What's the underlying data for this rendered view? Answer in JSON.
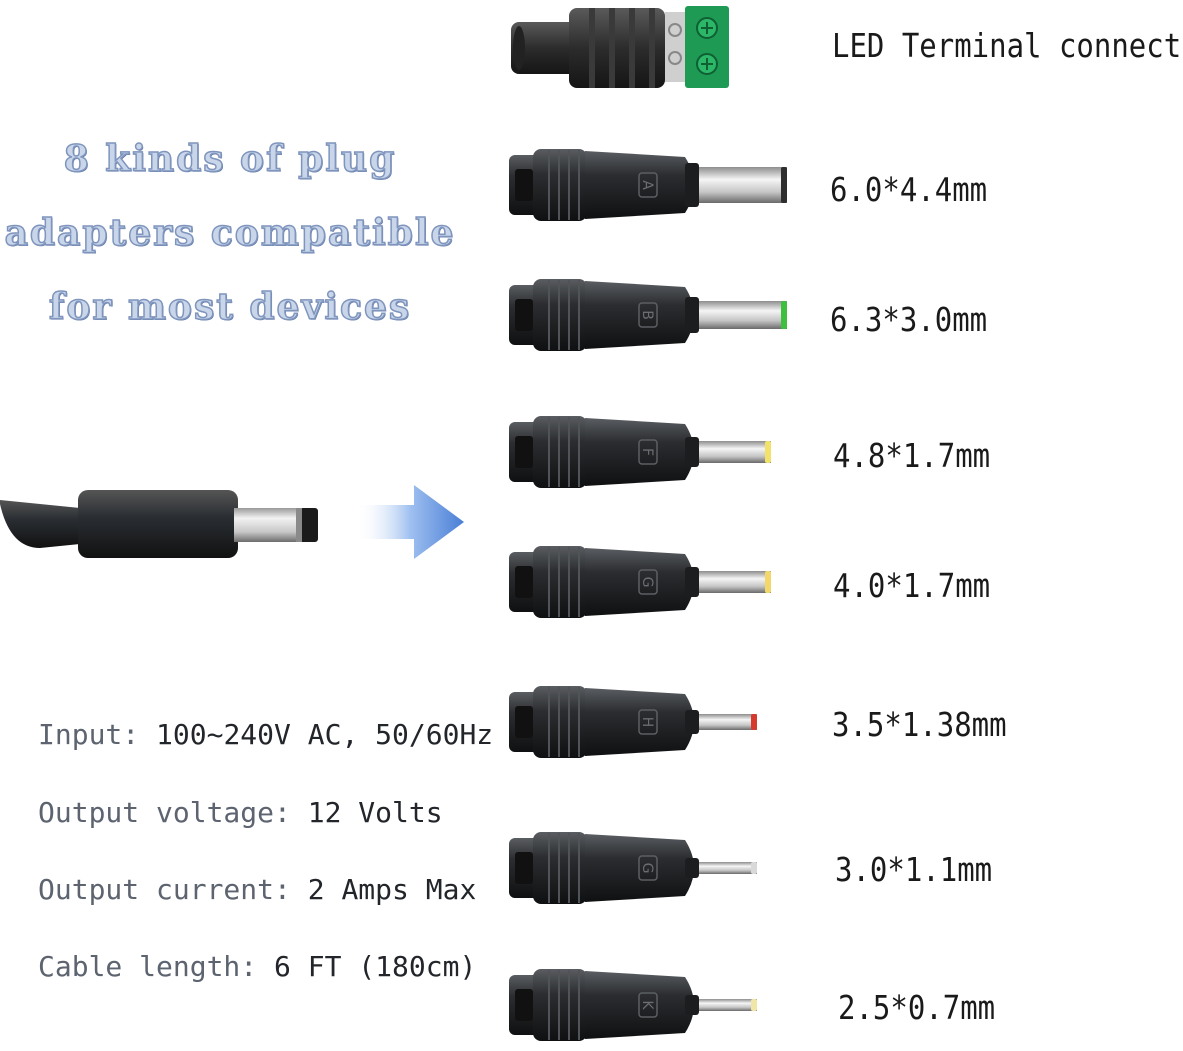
{
  "headline": {
    "line1": "8 kinds of plug",
    "line2": "adapters compatible",
    "line3": "for most devices"
  },
  "specs": [
    {
      "label": "Input:",
      "value": "100~240V AC, 50/60Hz"
    },
    {
      "label": "Output voltage:",
      "value": "12 Volts"
    },
    {
      "label": "Output current:",
      "value": "2 Amps Max"
    },
    {
      "label": "Cable length:",
      "value": "6 FT (180cm)"
    }
  ],
  "terminal": {
    "label": "LED Terminal connector"
  },
  "adapters": [
    {
      "letter": "A",
      "size": "6.0*4.4mm",
      "tip_color": "#2e2e2e"
    },
    {
      "letter": "B",
      "size": "6.3*3.0mm",
      "tip_color": "#3fbf3f"
    },
    {
      "letter": "F",
      "size": "4.8*1.7mm",
      "tip_color": "#f2e26b"
    },
    {
      "letter": "G",
      "size": "4.0*1.7mm",
      "tip_color": "#f2d86b"
    },
    {
      "letter": "H",
      "size": "3.5*1.38mm",
      "tip_color": "#d63a2f"
    },
    {
      "letter": "G",
      "size": "3.0*1.1mm",
      "tip_color": "#d9d9d9"
    },
    {
      "letter": "K",
      "size": "2.5*0.7mm",
      "tip_color": "#efe6a8"
    }
  ],
  "colors": {
    "headline": "#c9d6ea",
    "arrow": "#5b8fe0"
  }
}
